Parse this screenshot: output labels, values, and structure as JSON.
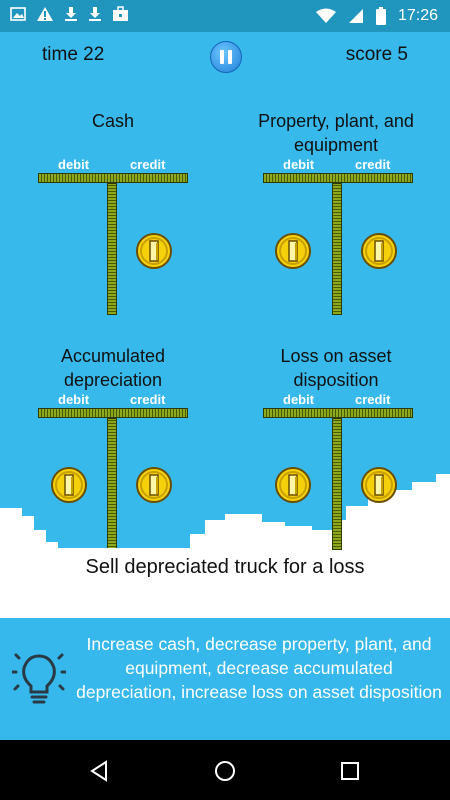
{
  "status_bar": {
    "time": "17:26",
    "left_icons": [
      "image-icon",
      "warning-icon",
      "download-icon",
      "download-icon",
      "briefcase-icon"
    ],
    "right_icons": [
      "wifi-icon",
      "signal-icon",
      "battery-icon"
    ]
  },
  "hud": {
    "time_label": "time 22",
    "score_label": "score 5",
    "pause_icon": "pause-icon"
  },
  "accounts": [
    {
      "title": "Cash",
      "debit_label": "debit",
      "credit_label": "credit",
      "debit_coins": 0,
      "credit_coins": 1
    },
    {
      "title": "Property, plant, and equipment",
      "debit_label": "debit",
      "credit_label": "credit",
      "debit_coins": 1,
      "credit_coins": 1
    },
    {
      "title": "Accumulated depreciation",
      "debit_label": "debit",
      "credit_label": "credit",
      "debit_coins": 1,
      "credit_coins": 1
    },
    {
      "title": "Loss on asset disposition",
      "debit_label": "debit",
      "credit_label": "credit",
      "debit_coins": 1,
      "credit_coins": 1
    }
  ],
  "task": {
    "text": "Sell depreciated truck for a loss"
  },
  "hint": {
    "icon": "lightbulb-icon",
    "text": "Increase cash, decrease property, plant, and equipment, decrease accumulated depreciation, increase loss on asset disposition"
  },
  "nav_bar": {
    "icons": [
      "back-icon",
      "home-icon",
      "recents-icon"
    ]
  },
  "colors": {
    "sky": "#37B9EC",
    "status_bar": "#2095BE",
    "coin": "#F5D10C",
    "t_account": "#8EA81C"
  }
}
